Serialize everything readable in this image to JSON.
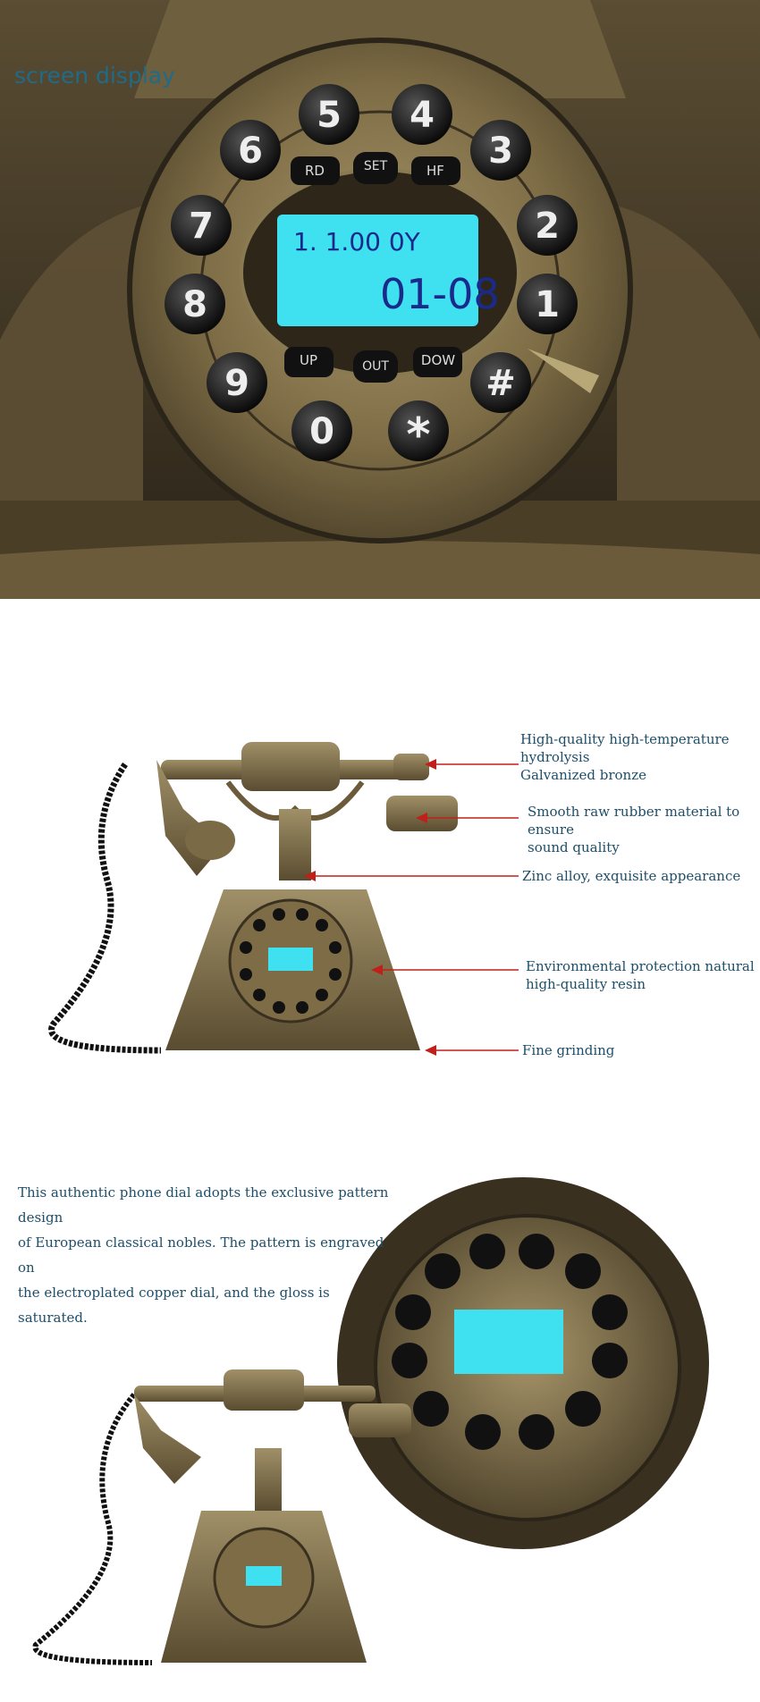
{
  "top_caption": "screen display",
  "lcd": {
    "line1": "1. 1.00 0Y",
    "line2": "01-08"
  },
  "dial": {
    "digits": [
      "5",
      "4",
      "6",
      "3",
      "7",
      "2",
      "8",
      "1",
      "9",
      "#",
      "0",
      "*"
    ],
    "top_buttons": [
      "RD",
      "SET",
      "HF"
    ],
    "bottom_buttons": [
      "UP",
      "OUT",
      "DOW"
    ]
  },
  "callouts": [
    {
      "id": "c1",
      "lines": [
        "High-quality high-temperature hydrolysis",
        "Galvanized bronze"
      ]
    },
    {
      "id": "c2",
      "lines": [
        "Smooth raw rubber material to ensure",
        "sound quality"
      ]
    },
    {
      "id": "c3",
      "lines": [
        "Zinc alloy, exquisite appearance"
      ]
    },
    {
      "id": "c4",
      "lines": [
        "Environmental protection natural",
        "high-quality resin"
      ]
    },
    {
      "id": "c5",
      "lines": [
        "Fine grinding"
      ]
    }
  ],
  "description": [
    "This authentic phone dial adopts the exclusive pattern design",
    "of European classical nobles. The pattern is engraved on",
    "the electroplated copper dial, and the gloss is saturated."
  ],
  "colors": {
    "bronze": "#7a6a45",
    "dark_bronze": "#3a3020",
    "lcd": "#3fe0f0",
    "caption": "#1e6b8a",
    "arrow": "#c0201a"
  }
}
